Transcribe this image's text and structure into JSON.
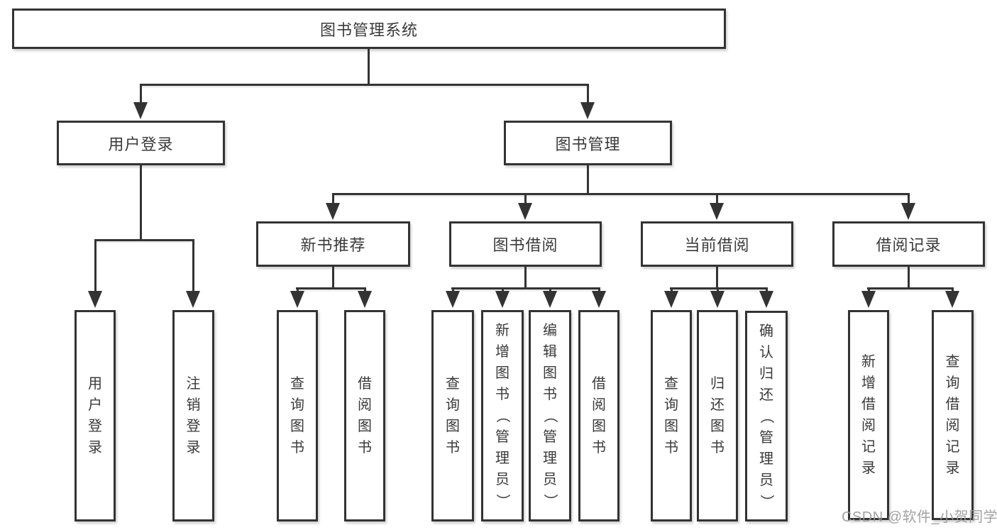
{
  "colors": {
    "line": "#333333",
    "text": "#3a3a3a",
    "box_background": "#ffffff",
    "watermark": "#999999"
  },
  "watermark": "CSDN @软件_小贺同学",
  "diagram": {
    "root": "图书管理系统",
    "branches": [
      {
        "label": "用户登录",
        "leaves": [
          "用户登录",
          "注销登录"
        ]
      },
      {
        "label": "图书管理",
        "groups": [
          {
            "label": "新书推荐",
            "leaves": [
              "查询图书",
              "借阅图书"
            ]
          },
          {
            "label": "图书借阅",
            "leaves": [
              "查询图书",
              "新增图书（管理员）",
              "编辑图书（管理员）",
              "借阅图书"
            ]
          },
          {
            "label": "当前借阅",
            "leaves": [
              "查询图书",
              "归还图书",
              "确认归还（管理员）"
            ]
          },
          {
            "label": "借阅记录",
            "leaves": [
              "新增借阅记录",
              "查询借阅记录"
            ]
          }
        ]
      }
    ]
  }
}
